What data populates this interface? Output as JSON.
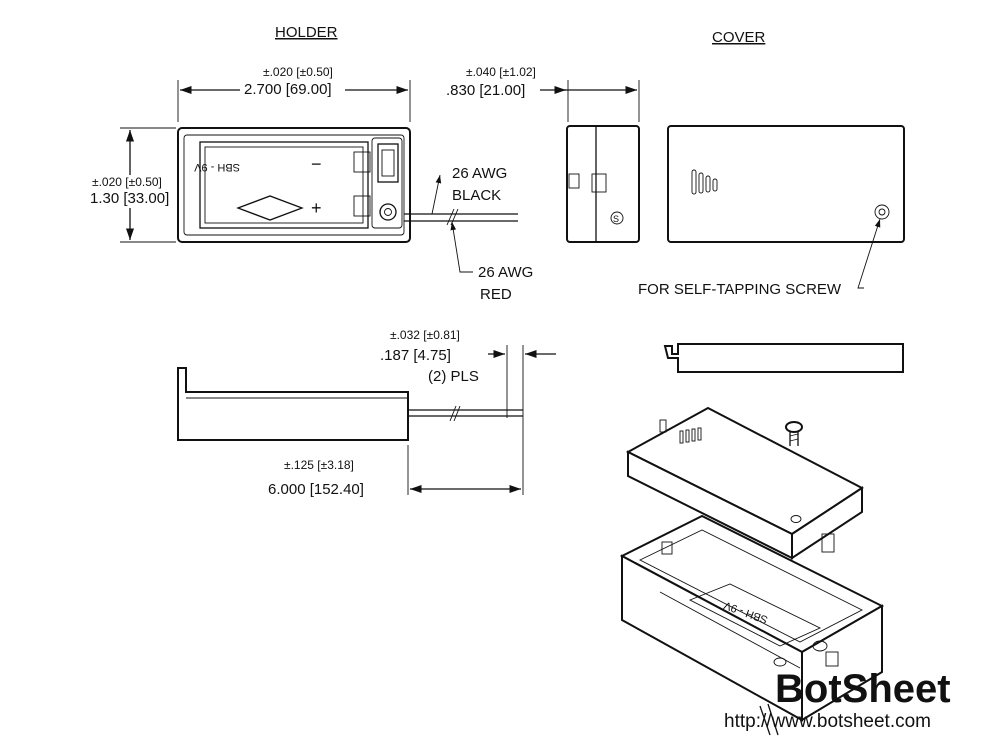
{
  "titles": {
    "holder": "HOLDER",
    "cover": "COVER"
  },
  "dims": {
    "holder_width": {
      "tol": "±.020 [±0.50]",
      "value": "2.700 [69.00]"
    },
    "holder_height": {
      "tol": "±.020 [±0.50]",
      "value": "1.30 [33.00]"
    },
    "cover_width": {
      "tol": "±.040 [±1.02]",
      "value": ".830 [21.00]"
    },
    "strip": {
      "tol": "±.032 [±0.81]",
      "value": ".187 [4.75]",
      "note": "(2) PLS"
    },
    "lead": {
      "tol": "±.125 [±3.18]",
      "value": "6.000 [152.40]"
    }
  },
  "wires": {
    "black_1": "26 AWG",
    "black_2": "BLACK",
    "red_1": "26 AWG",
    "red_2": "RED"
  },
  "holder_text": {
    "model": "SBH - 9V",
    "minus": "−",
    "plus": "+"
  },
  "cover_note": "FOR SELF-TAPPING SCREW",
  "iso_label": "SBH - 9V",
  "brand": {
    "name": "BotSheet",
    "url": "http://www.botsheet.com"
  }
}
